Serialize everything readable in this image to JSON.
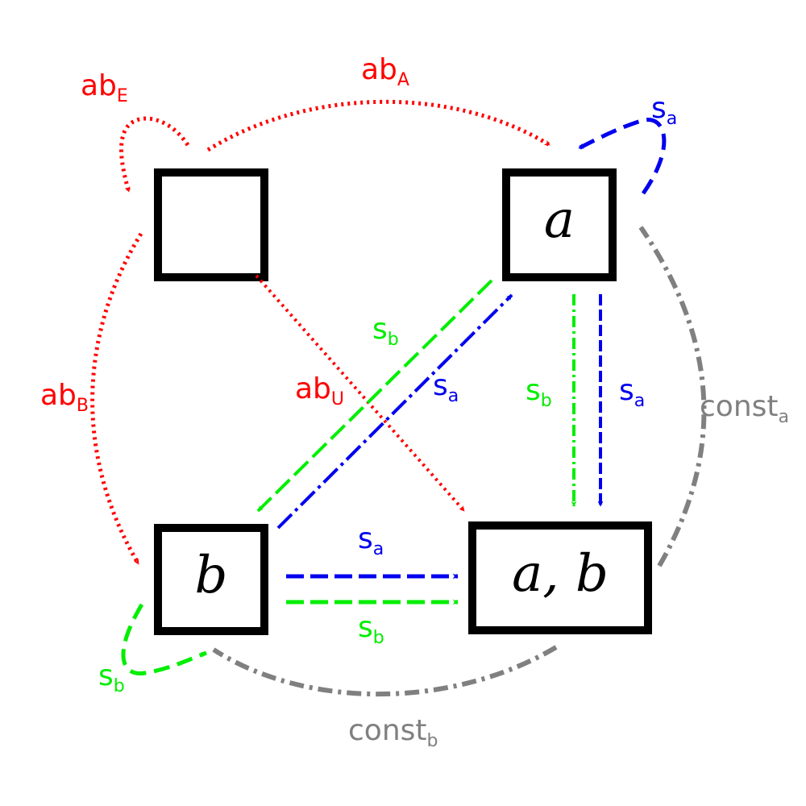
{
  "colors": {
    "red": "#ff0000",
    "blue": "#0000ee",
    "green": "#00ee00",
    "gray": "#808080",
    "box": "#000000"
  },
  "states": {
    "empty": "",
    "a": "a",
    "b": "b",
    "ab": "a, b"
  },
  "labels": {
    "abE": {
      "main": "ab",
      "sub": "E"
    },
    "abA": {
      "main": "ab",
      "sub": "A"
    },
    "abB": {
      "main": "ab",
      "sub": "B"
    },
    "abU": {
      "main": "ab",
      "sub": "U"
    },
    "sa_self": {
      "main": "s",
      "sub": "a"
    },
    "sb_diag": {
      "main": "s",
      "sub": "b"
    },
    "sa_diag": {
      "main": "s",
      "sub": "a"
    },
    "sb_vert": {
      "main": "s",
      "sub": "b"
    },
    "sa_vert": {
      "main": "s",
      "sub": "a"
    },
    "const_a": {
      "main": "const",
      "sub": "a"
    },
    "sa_horiz": {
      "main": "s",
      "sub": "a"
    },
    "sb_horiz": {
      "main": "s",
      "sub": "b"
    },
    "sb_self": {
      "main": "s",
      "sub": "b"
    },
    "const_b": {
      "main": "const",
      "sub": "b"
    }
  }
}
